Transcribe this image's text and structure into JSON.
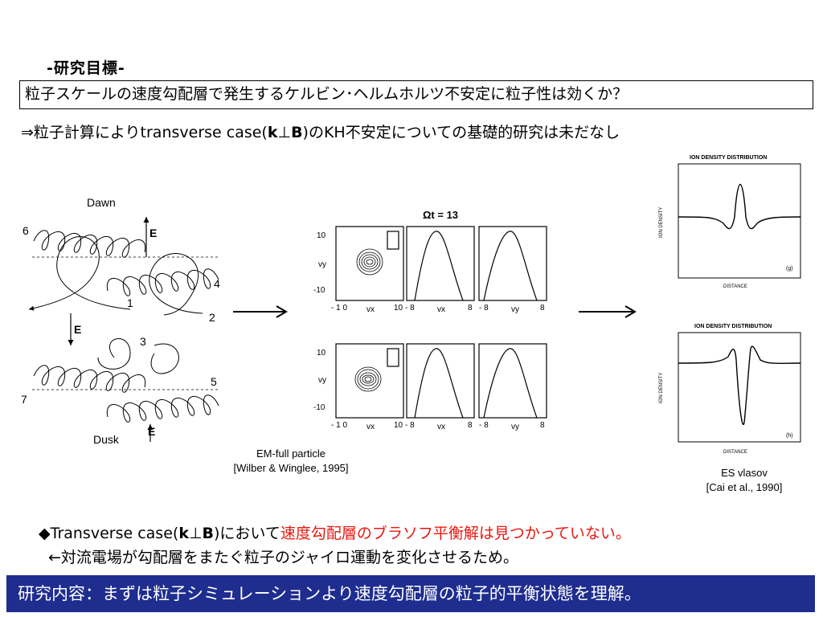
{
  "heading": "-研究目標-",
  "question": "粒子スケールの速度勾配層で発生するケルビン･ヘルムホルツ不安定に粒子性は効くか？",
  "statement": {
    "prefix": "⇒粒子計算によりtransverse case(",
    "k": "k",
    "perp": "⊥",
    "b": "B",
    "suffix": ")のKH不安定についての基礎的研究は未だなし"
  },
  "gyro_figure": {
    "dawn_label": "Dawn",
    "dusk_label": "Dusk",
    "e_label": "E",
    "numbers": [
      "6",
      "4",
      "1",
      "2",
      "3",
      "5",
      "7"
    ]
  },
  "particle_figure": {
    "title": "Ωt  =  13",
    "tick_10": "10",
    "tick_m10": "-10",
    "tick_8": "8",
    "tick_m8": "- 8",
    "tick_m10x": "- 1 0",
    "vy_label": "vy",
    "vx_label": "vx",
    "caption_line1": "EM-full particle",
    "caption_line2": "[Wilber & Winglee, 1995]"
  },
  "vlasov_figure": {
    "title": "ION DENSITY DISTRIBUTION",
    "ylabel": "ION DENSITY",
    "xlabel": "DISTANCE",
    "panel_g": "(g)",
    "panel_h": "(h)",
    "caption_line1": "ES vlasov",
    "caption_line2": "[Cai et al., 1990]"
  },
  "bullet": {
    "marker": "◆",
    "prefix": "Transverse case(",
    "k": "k",
    "perp": "⊥",
    "b": "B",
    "middle": ")において",
    "highlight": "速度勾配層のブラソフ平衡解は見つかっていない。"
  },
  "reason": "←対流電場が勾配層をまたぐ粒子のジャイロ運動を変化させるため。",
  "conclusion": "研究内容：まずは粒子シミュレーションより速度勾配層の粒子的平衡状態を理解。",
  "colors": {
    "highlight": "#e8170f",
    "banner": "#1f2d8f"
  }
}
